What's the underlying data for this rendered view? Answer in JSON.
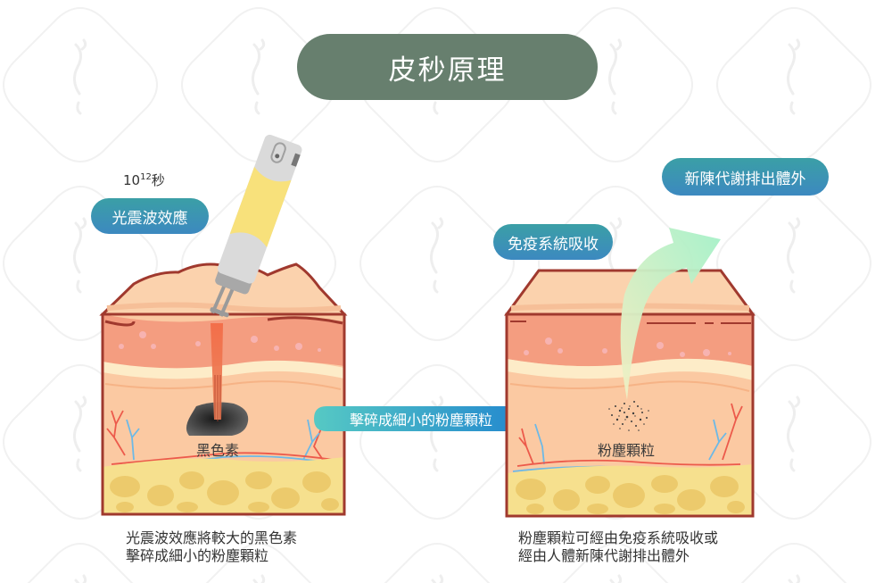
{
  "title": "皮秒原理",
  "left_panel": {
    "speed_base": "10",
    "speed_exp": "12",
    "speed_unit": "秒",
    "effect_pill": "光震波效應",
    "pigment_label": "黑色素",
    "caption_line1": "光震波效應將較大的黑色素",
    "caption_line2": "擊碎成細小的粉塵顆粒"
  },
  "middle_arrow": {
    "label": "擊碎成細小的粉塵顆粒"
  },
  "right_panel": {
    "immune_pill": "免疫系統吸收",
    "metabolism_pill": "新陳代謝排出體外",
    "particles_label": "粉塵顆粒",
    "caption_line1": "粉塵顆粒可經由免疫系統吸收或",
    "caption_line2": "經由人體新陳代謝排出體外"
  },
  "colors": {
    "title_bg": "#677f6e",
    "pill_top": "#3b9fa6",
    "pill_bottom": "#3c89c0",
    "skin_outline": "#a0392e",
    "epidermis": "#fbd2ad",
    "dermis_top": "#f49d80",
    "dermis": "#fbc9a2",
    "fat": "#f6e08e",
    "fat_cells": "#ecca6c",
    "laser": "#f26a45",
    "arrow_start": "#56c9c4",
    "arrow_end": "#1c7fd0",
    "curve_arrow_start": "#f0f2c2",
    "curve_arrow_end": "#a4f0c8"
  },
  "icons": {
    "device": "picosecond-laser-handpiece-icon",
    "pigment": "melanin-blob-icon",
    "particles": "dust-particles-icon",
    "curved_arrow": "curved-up-arrow-icon",
    "right_arrow": "right-arrow-icon"
  }
}
